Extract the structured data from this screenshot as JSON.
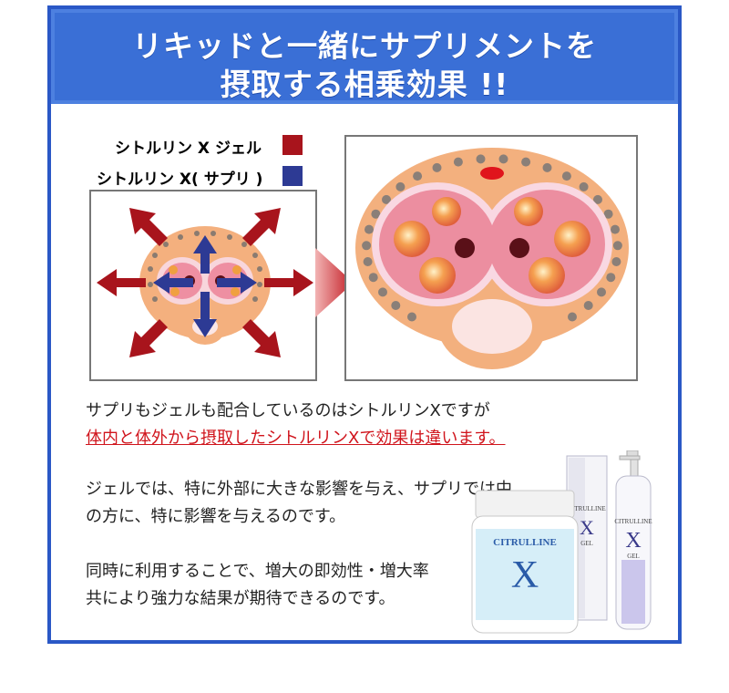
{
  "header": {
    "title_line1": "リキッドと一緒にサプリメントを",
    "title_line2": "摂取する相乗効果 !!"
  },
  "legend": {
    "gel_label": "シトルリン X ジェル",
    "supplement_label": "シトルリン X( サプリ )",
    "gel_color": "#a8141c",
    "supplement_color": "#2d3a94"
  },
  "body": {
    "p1_line1": "サプリもジェルも配合しているのはシトルリンXですが",
    "p1_line2": "体内と体外から摂取したシトルリンXで効果は違います。",
    "p2_line1": "ジェルでは、特に外部に大きな影響を与え、サプリでは中",
    "p2_line2": "の方に、特に影響を与えるのです。",
    "p3_line1": "同時に利用することで、増大の即効性・増大率",
    "p3_line2": "共により強力な結果が期待できるのです。"
  },
  "products": {
    "bottle_brand": "CITRULLINE",
    "bottle_letter": "X",
    "box_brand": "CITRULLINE",
    "box_letter": "X",
    "box_sub": "GEL",
    "pump_brand": "CITRULLINE",
    "pump_letter": "X",
    "pump_sub": "GEL"
  }
}
